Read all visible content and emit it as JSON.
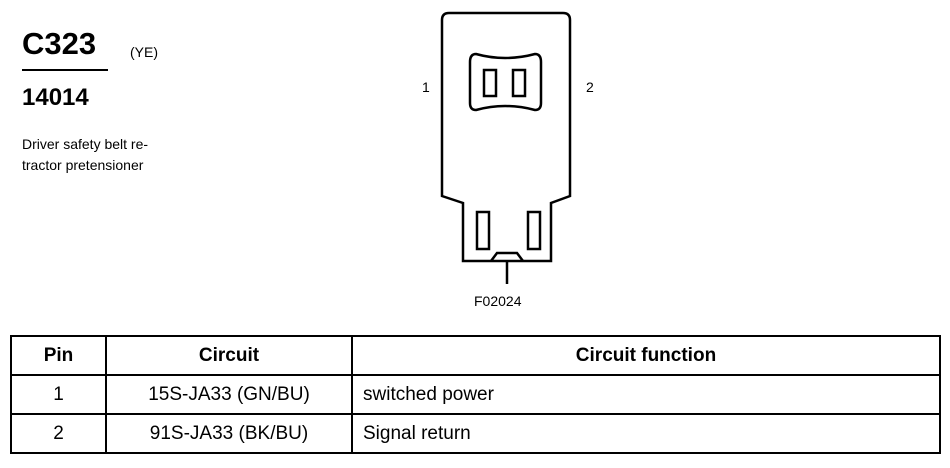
{
  "connector": {
    "id": "C323",
    "color_code": "(YE)",
    "part_number": "14014",
    "description": "Driver safety belt re-\ntractor pretensioner"
  },
  "figure": {
    "pin_left": "1",
    "pin_right": "2",
    "code": "F02024"
  },
  "table": {
    "headers": [
      "Pin",
      "Circuit",
      "Circuit function"
    ],
    "rows": [
      {
        "pin": "1",
        "circuit": "15S-JA33 (GN/BU)",
        "function": "switched power"
      },
      {
        "pin": "2",
        "circuit": "91S-JA33 (BK/BU)",
        "function": "Signal return"
      }
    ]
  }
}
